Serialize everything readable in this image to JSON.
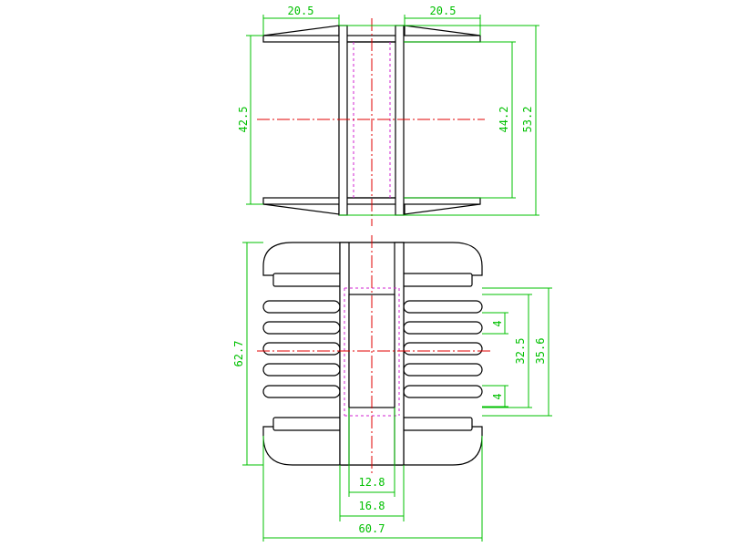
{
  "top_view": {
    "dims": {
      "flange_left_width": "20.5",
      "flange_right_width": "20.5",
      "overall_height": "53.2",
      "inner_height": "44.2",
      "side_height": "42.5"
    }
  },
  "front_view": {
    "dims": {
      "overall_height": "62.7",
      "slot_pitch_top": "4",
      "slot_pitch_bottom": "4",
      "inner_span": "32.5",
      "outer_span": "35.6",
      "core_inner_width": "12.8",
      "core_outer_width": "16.8",
      "overall_width": "60.7"
    }
  },
  "colors": {
    "outline": "#000000",
    "dimension": "#00c000",
    "centerline": "#e00000",
    "hidden_line": "#d020d0"
  }
}
